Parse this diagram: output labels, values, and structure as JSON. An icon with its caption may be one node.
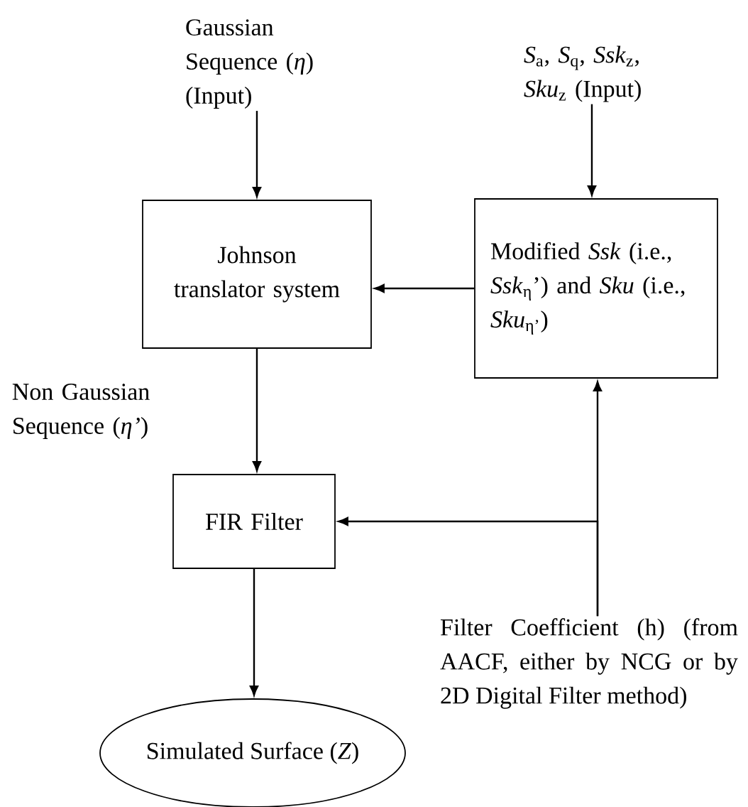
{
  "diagram": {
    "nodes": [
      {
        "text": [
          "Gaussian Sequence (*η*) (Input)"
        ]
      },
      {
        "text": [
          "*S*$_{a}$, *S*$_{q}$, *Ssk*$_{z}$, *Sku*$_{z}$ (Input)"
        ]
      },
      {
        "text": [
          "Johnson translator system"
        ]
      },
      {
        "text": [
          "Modified *Ssk* (i.e., *Ssk*$_{η}$’) and *Sku* (i.e., *Sku*$_{η’}$)"
        ]
      },
      {
        "text": [
          "FIR Filter"
        ]
      },
      {
        "text": [
          "Simulated Surface (*Z*)"
        ]
      },
      {
        "text": [
          "Filter Coefficient (h) (from AACF, either by NCG or by 2D Digital Filter method)"
        ]
      }
    ],
    "edges": [
      {
        "from": 0,
        "to": 2,
        "arrow": "to"
      },
      {
        "from": 1,
        "to": 3,
        "arrow": "to"
      },
      {
        "from": 3,
        "to": 2,
        "arrow": "to"
      },
      {
        "from": 2,
        "to": 4,
        "arrow": "to",
        "label": "Non Gaussian Sequence (*η’*)"
      },
      {
        "from": 6,
        "to": 4,
        "arrow": "to"
      },
      {
        "from": 6,
        "to": 3,
        "arrow": "to"
      },
      {
        "from": 4,
        "to": 5,
        "arrow": "to"
      }
    ]
  }
}
